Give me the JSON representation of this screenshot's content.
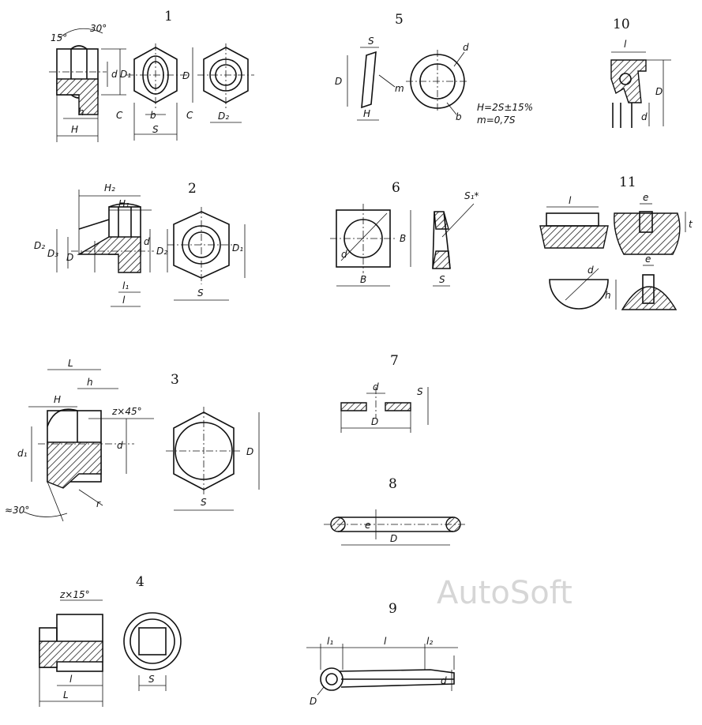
{
  "numbers": {
    "f1": "1",
    "f2": "2",
    "f3": "3",
    "f4": "4",
    "f5": "5",
    "f6": "6",
    "f7": "7",
    "f8": "8",
    "f9": "9",
    "f10": "10",
    "f11": "11"
  },
  "f1": {
    "ang15": "15°",
    "ang30": "30°",
    "d": "d",
    "D1": "D₁",
    "D": "D",
    "h": "h",
    "H": "H",
    "C": "C",
    "b": "b",
    "S": "S",
    "D2": "D₂"
  },
  "f2": {
    "H2": "H₂",
    "H1": "H₁",
    "D2": "D₂",
    "D3": "D₃",
    "D": "D",
    "d": "d",
    "D1": "D₁",
    "l1": "l₁",
    "l": "l",
    "S": "S"
  },
  "f3": {
    "L": "L",
    "h": "h",
    "H": "H",
    "z45": "z×45°",
    "d1": "d₁",
    "d": "d",
    "r": "r",
    "ang30": "≈30°",
    "D": "D",
    "S": "S"
  },
  "f4": {
    "z15": "z×15°",
    "l": "l",
    "L": "L",
    "S": "S"
  },
  "f5": {
    "S": "S",
    "D": "D",
    "m": "m",
    "H": "H",
    "d": "d",
    "b": "b",
    "eq1": "H=2S±15%",
    "eq2": "m=0,7S"
  },
  "f6": {
    "S1": "S₁*",
    "d": "d",
    "B": "B",
    "S": "S"
  },
  "f7": {
    "d": "d",
    "S": "S",
    "D": "D"
  },
  "f8": {
    "e": "e",
    "D": "D"
  },
  "f9": {
    "l1": "l₁",
    "l": "l",
    "l2": "l₂",
    "D": "D",
    "d": "d"
  },
  "f10": {
    "l": "l",
    "D": "D",
    "d": "d"
  },
  "f11": {
    "l": "l",
    "e": "e",
    "d": "d",
    "h": "h",
    "t": "t"
  },
  "watermark": "AutoSoft"
}
